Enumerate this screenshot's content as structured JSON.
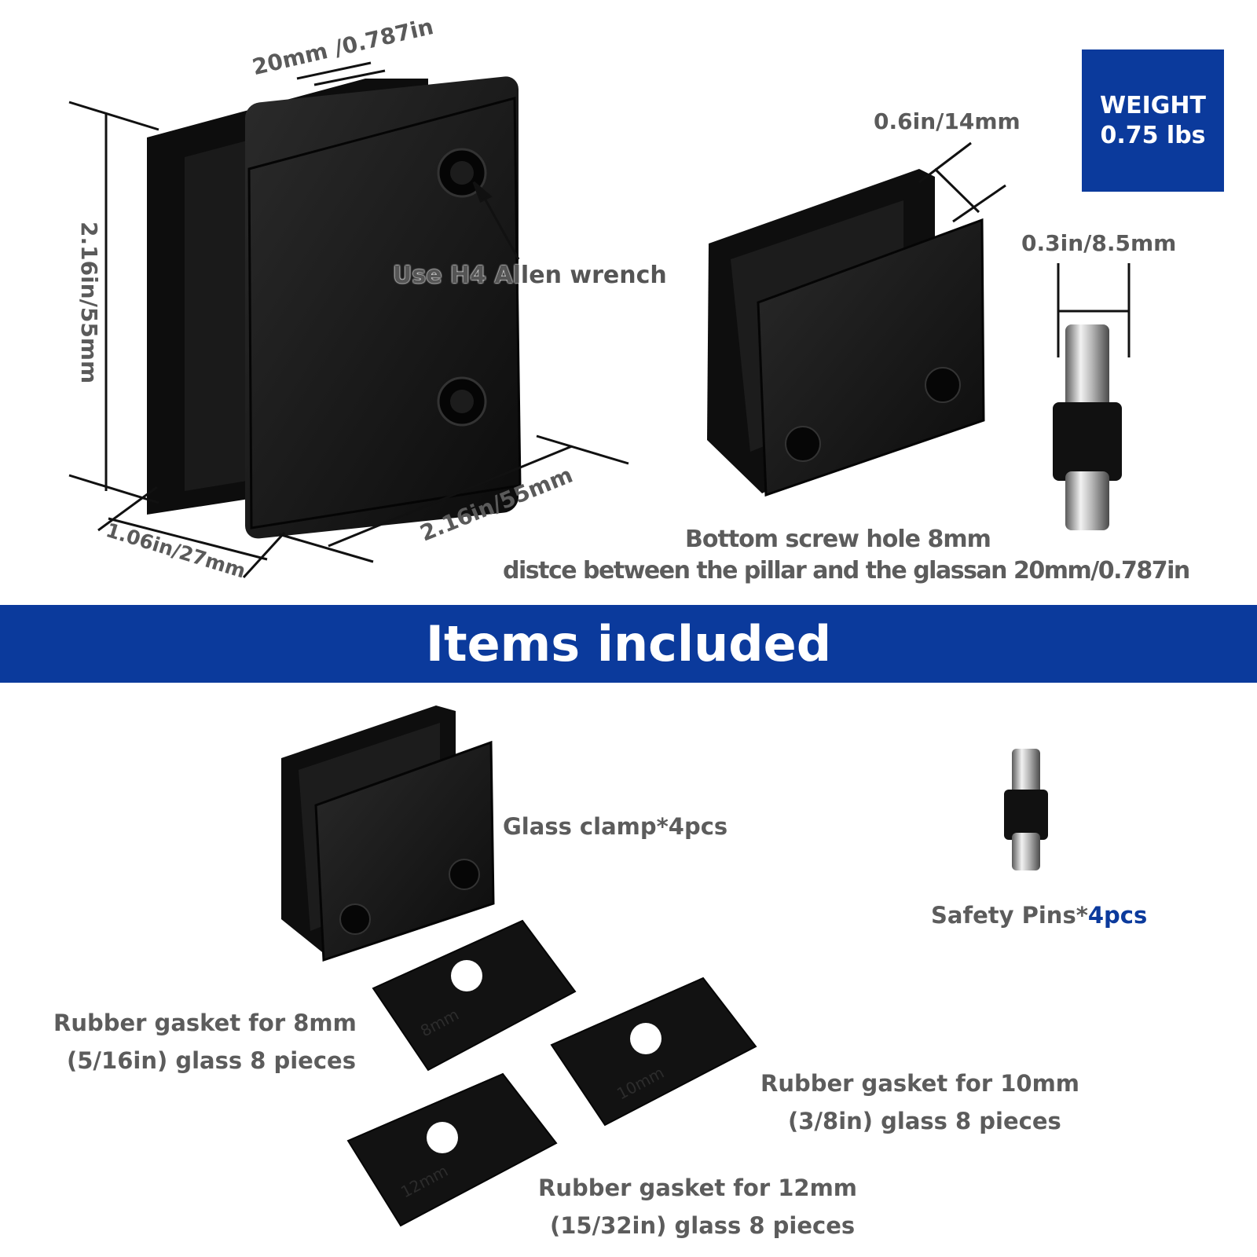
{
  "weight": {
    "title": "WEIGHT",
    "value": "0.75 lbs"
  },
  "big_clamp": {
    "dim_top": "20mm /0.787in",
    "dim_height": "2.16in/55mm",
    "dim_depth": "1.06in/27mm",
    "dim_width": "2.16in/55mm",
    "wrench_note": "Use H4 Allen wrench"
  },
  "small_clamp": {
    "dim_slot": "0.6in/14mm",
    "note_line1": "Bottom screw hole 8mm",
    "note_line2": "distce between the pillar and the glassan 20mm/0.787in"
  },
  "pin": {
    "dim": "0.3in/8.5mm"
  },
  "banner": {
    "title": "Items included"
  },
  "items": {
    "glass_clamp": "Glass clamp*4pcs",
    "safety_pins_prefix": "Safety Pins*",
    "safety_pins_count": "4pcs",
    "gasket_8_line1": "Rubber gasket for 8mm",
    "gasket_8_line2": "(5/16in) glass 8 pieces",
    "gasket_10_line1": "Rubber gasket for 10mm",
    "gasket_10_line2": "(3/8in) glass 8 pieces",
    "gasket_12_line1": "Rubber gasket for 12mm",
    "gasket_12_line2": "(15/32in) glass 8 pieces"
  },
  "gasket_marks": {
    "g8": "8mm",
    "g10": "10mm",
    "g12": "12mm"
  },
  "colors": {
    "brand_blue": "#0b3a9c",
    "product_black": "#111111",
    "text_gray": "#5a5a5a"
  }
}
